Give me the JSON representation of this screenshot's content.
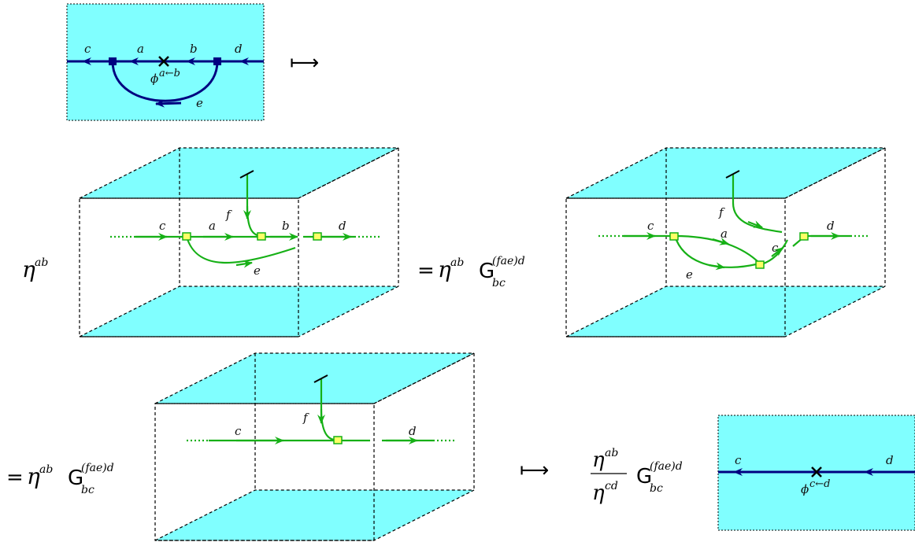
{
  "diagram": {
    "maps_to_symbol": "⟼",
    "equals_symbol": "=",
    "top_left": {
      "labels": {
        "c": "c",
        "a": "a",
        "b": "b",
        "d": "d",
        "e": "e"
      },
      "phi_base": "ϕ",
      "phi_sup": "a←b"
    },
    "box1": {
      "labels": {
        "c": "c",
        "a": "a",
        "b": "b",
        "d": "d",
        "e": "e",
        "f": "f"
      }
    },
    "box2": {
      "labels": {
        "c": "c",
        "a": "a",
        "c2": "c",
        "d": "d",
        "e": "e",
        "f": "f"
      }
    },
    "box3": {
      "labels": {
        "c": "c",
        "d": "d",
        "f": "f"
      }
    },
    "coefficients": {
      "eta": "η",
      "eta_sup": "ab",
      "G": "G",
      "G_sup": "(fae)d",
      "G_sub": "bc",
      "eta_den_sup": "cd"
    },
    "bottom_right": {
      "labels": {
        "c": "c",
        "d": "d"
      },
      "phi_base": "ϕ",
      "phi_sup": "c←d"
    },
    "colors": {
      "face": "#80ffff",
      "blue_line": "#000080",
      "green_line": "#16b016",
      "node_fill": "#ffff66"
    }
  }
}
